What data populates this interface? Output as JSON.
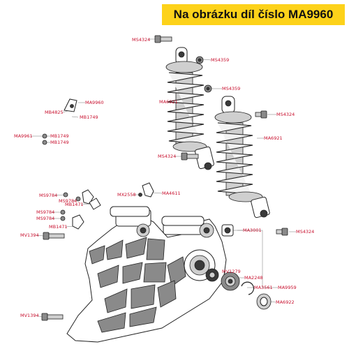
{
  "banner": {
    "text": "Na obrázku díl číslo MA9960",
    "color": "#fdd21a"
  },
  "label_color": "#c8102e",
  "labels": {
    "ms4324_top": "MS4324",
    "ms4359_a": "MS4359",
    "ms4359_b": "MS4359",
    "ma9960": "MA9960",
    "ma6921_left": "MA6921",
    "ms4324_right": "MS4324",
    "mb4825": "MB4825",
    "mb1749_a": "MB1749",
    "ma6921_right": "MA6921",
    "ma9961": "MA9961",
    "mb1749_b": "MB1749",
    "mb1749_c": "MB1749",
    "ms4324_mid": "MS4324",
    "mx2558": "MX2558",
    "ma4611": "MA4611",
    "ms9784_a": "MS9784",
    "ms9784_b": "MS9784",
    "mb1471_a": "MB1471",
    "ms9784_c": "MS9784",
    "ms9784_d": "MS9784",
    "mb1471_b": "MB1471",
    "ma3001": "MA3001",
    "ms4324_low": "MS4324",
    "mv1394_a": "MV1394",
    "mv1279": "MV1279",
    "ma2248": "MA2248",
    "ma3561": "MA3561",
    "ma9959": "MA9959",
    "ma6922": "MA6922",
    "mv1394_b": "MV1394"
  }
}
